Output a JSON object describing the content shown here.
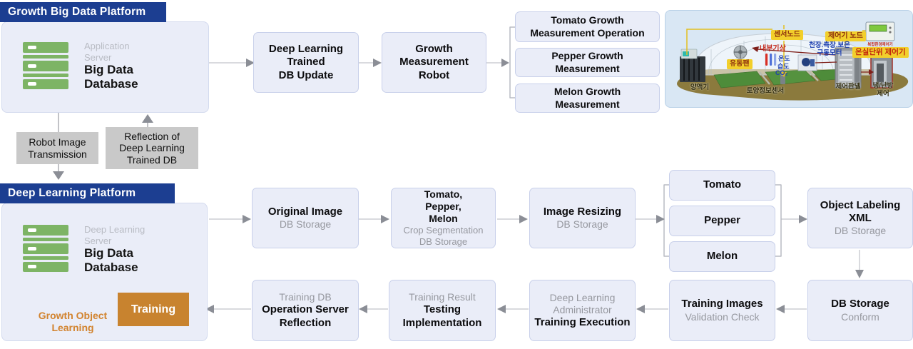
{
  "colors": {
    "header_blue": "#1c3e91",
    "panel_fill": "#eaedf8",
    "panel_border": "#c8d0ea",
    "gray_label": "#c9c9c9",
    "server_green": "#7db465",
    "training_orange": "#c8832f",
    "arrow_gray": "#8b8e96",
    "dark_arrow": "#4d5c63"
  },
  "platform_top": {
    "header": "Growth Big Data Platform",
    "server_label": "Application\nServer",
    "server_name": "Big Data\nDatabase"
  },
  "top_flow": {
    "step1": "Deep Learning\nTrained\nDB Update",
    "step2": "Growth\nMeasurement\nRobot",
    "outputs": [
      "Tomato Growth\nMeasurement Operation",
      "Pepper Growth\nMeasurement",
      "Melon Growth\nMeasurement"
    ]
  },
  "transfer": {
    "down": "Robot Image\nTransmission",
    "up": "Reflection of\nDeep Learning\nTrained DB"
  },
  "platform_bottom": {
    "header": "Deep Learning Platform",
    "server_label": "Deep Learning\nServer",
    "server_name": "Big Data\nDatabase",
    "training": "Training",
    "loop_label": "Growth Object\nLearning"
  },
  "dl_flow": {
    "row1": [
      {
        "title": "Original Image",
        "sub": "DB Storage"
      },
      {
        "title": "Tomato,\nPepper,\nMelon",
        "sub": "Crop Segmentation\nDB Storage"
      },
      {
        "title": "Image Resizing",
        "sub": "DB Storage"
      }
    ],
    "crops": [
      "Tomato",
      "Pepper",
      "Melon"
    ],
    "labeling": {
      "title": "Object Labeling\nXML",
      "sub": "DB Storage"
    },
    "row2": [
      {
        "title": "DB Storage",
        "sub": "Conform"
      },
      {
        "title": "Training Images",
        "sub": "Validation Check"
      },
      {
        "sub": "Deep Learning\nAdministrator",
        "title": "Training Execution"
      },
      {
        "sub": "Training Result",
        "title": "Testing\nImplementation"
      },
      {
        "sub": "Training DB",
        "title": "Operation Server\nReflection"
      }
    ]
  },
  "greenhouse": {
    "sensor_node": "센서노드",
    "controller_node": "제어기 노드",
    "indoor_weather": "내부기상",
    "motor": "천장.측장.보온\n구동모터",
    "temp": "온도",
    "humidity": "습도",
    "co2": "CO₂",
    "fan": "유동팬",
    "device_caption": "복합환경제어기",
    "unit_controller": "온실단위 제어기",
    "nutrient": "양액기",
    "soil_sensor": "토양정보센서",
    "control_panel": "제어판넬",
    "hvac": "냉/난방\n제어"
  }
}
